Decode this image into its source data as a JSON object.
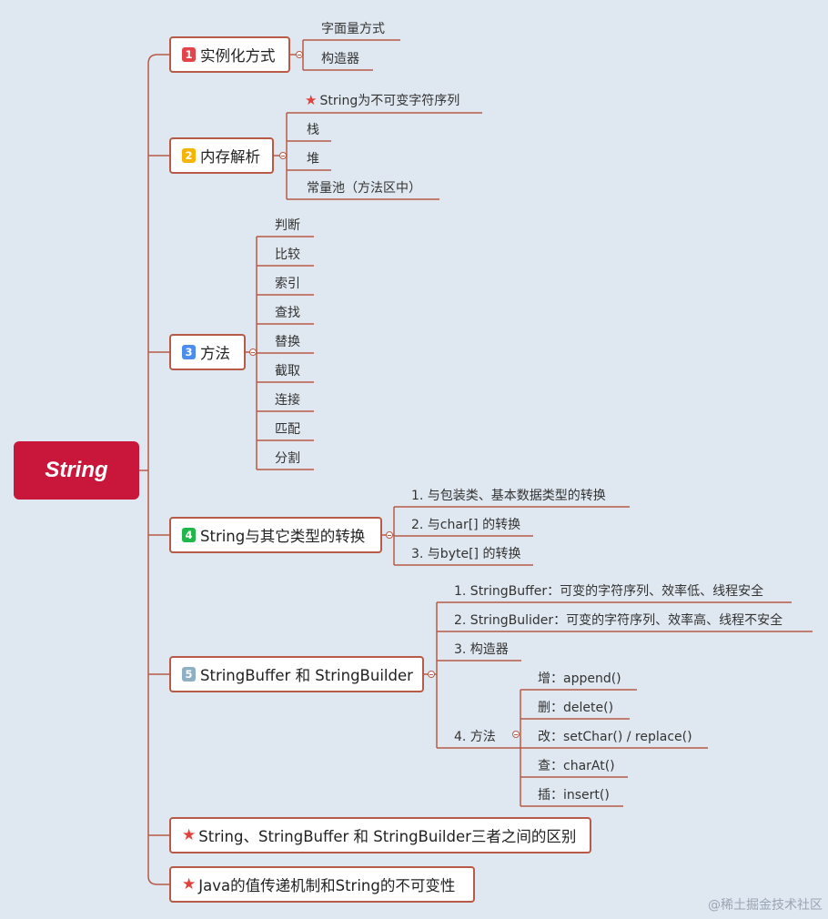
{
  "root": {
    "label": "String"
  },
  "branches": [
    {
      "badge": "1",
      "badge_color": "#e4434b",
      "label": "实例化方式",
      "children": [
        "字面量方式",
        "构造器"
      ]
    },
    {
      "badge": "2",
      "badge_color": "#f6b300",
      "label": "内存解析",
      "children": [
        {
          "star": true,
          "label": "String为不可变字符序列"
        },
        "栈",
        "堆",
        "常量池（方法区中）"
      ]
    },
    {
      "badge": "3",
      "badge_color": "#4a8cf0",
      "label": "方法",
      "children": [
        "判断",
        "比较",
        "索引",
        "查找",
        "替换",
        "截取",
        "连接",
        "匹配",
        "分割"
      ]
    },
    {
      "badge": "4",
      "badge_color": "#1fb64a",
      "label": "String与其它类型的转换",
      "children": [
        "1. 与包装类、基本数据类型的转换",
        "2. 与char[] 的转换",
        "3. 与byte[] 的转换"
      ]
    },
    {
      "badge": "5",
      "badge_color": "#8fb0c4",
      "label": "StringBuffer 和 StringBuilder",
      "children": [
        "1. StringBuffer：可变的字符序列、效率低、线程安全",
        "2. StringBulider：可变的字符序列、效率高、线程不安全",
        "3. 构造器",
        {
          "label": "4. 方法",
          "children": [
            "增：append()",
            "删：delete()",
            "改：setChar() / replace()",
            "查：charAt()",
            "插：insert()"
          ]
        }
      ]
    },
    {
      "star": true,
      "label": "String、StringBuffer 和 StringBuilder三者之间的区别"
    },
    {
      "star": true,
      "label": "Java的值传递机制和String的不可变性"
    }
  ],
  "colors": {
    "line": "#b85a47",
    "root": "#c8173a",
    "background": "#dfe7f0"
  },
  "icons": {
    "star": "star-icon"
  },
  "watermark": "@稀土掘金技术社区"
}
